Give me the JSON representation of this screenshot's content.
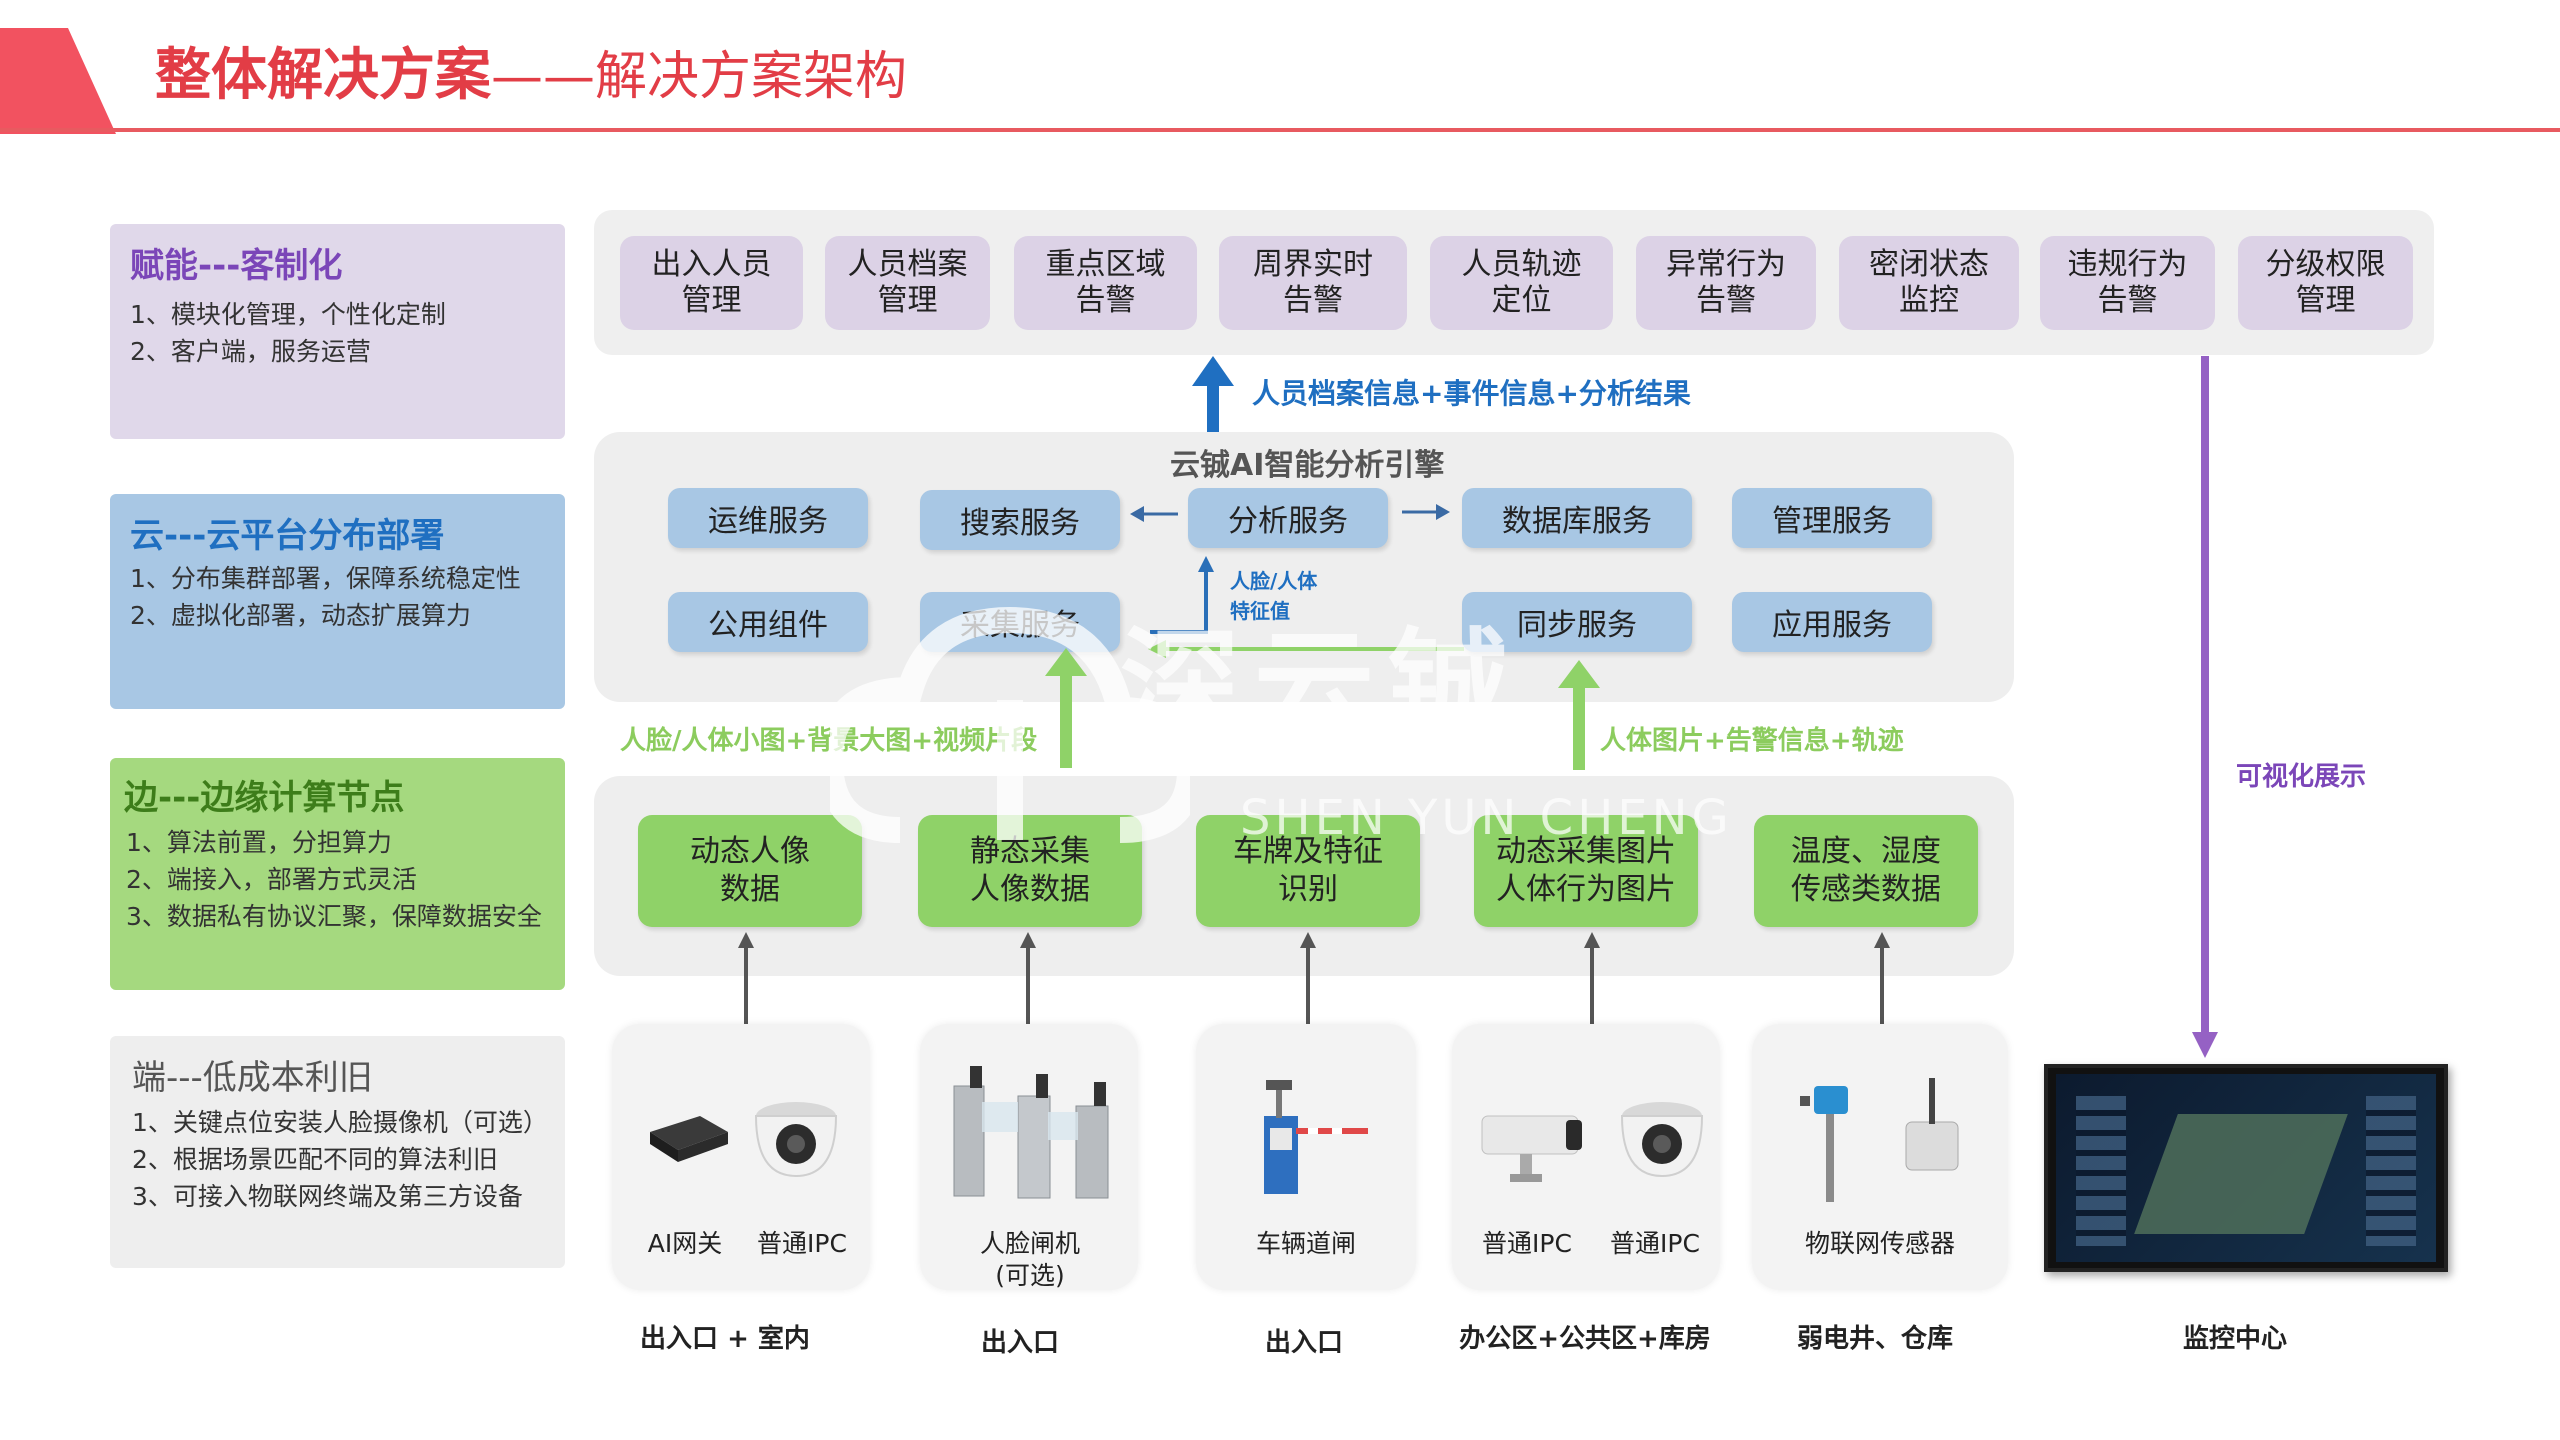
{
  "header": {
    "title_main": "整体解决方案",
    "title_sub": "——解决方案架构"
  },
  "left_panels": [
    {
      "heading": "赋能---客制化",
      "lines": [
        "1、模块化管理，个性化定制",
        "2、客户端，服务运营"
      ]
    },
    {
      "heading": "云---云平台分布部署",
      "lines": [
        "1、分布集群部署，保障系统稳定性",
        "2、虚拟化部署，动态扩展算力"
      ]
    },
    {
      "heading": "边---边缘计算节点",
      "lines": [
        "1、算法前置，分担算力",
        "2、端接入，部署方式灵活",
        "3、数据私有协议汇聚，保障数据安全"
      ]
    },
    {
      "heading": "端---低成本利旧",
      "lines": [
        "1、关键点位安装人脸摄像机（可选）",
        "2、根据场景匹配不同的算法利旧",
        "3、可接入物联网终端及第三方设备"
      ]
    }
  ],
  "top_modules": [
    [
      "出入人员",
      "管理"
    ],
    [
      "人员档案",
      "管理"
    ],
    [
      "重点区域",
      "告警"
    ],
    [
      "周界实时",
      "告警"
    ],
    [
      "人员轨迹",
      "定位"
    ],
    [
      "异常行为",
      "告警"
    ],
    [
      "密闭状态",
      "监控"
    ],
    [
      "违规行为",
      "告警"
    ],
    [
      "分级权限",
      "管理"
    ]
  ],
  "flow_up_label": "人员档案信息+事件信息+分析结果",
  "engine_title": "云铖AI智能分析引擎",
  "services": {
    "ops": "运维服务",
    "search": "搜索服务",
    "analysis": "分析服务",
    "database": "数据库服务",
    "management": "管理服务",
    "common": "公用组件",
    "collect": "采集服务",
    "sync": "同步服务",
    "app": "应用服务"
  },
  "feature_label": [
    "人脸/人体",
    "特征值"
  ],
  "edge_left_label": "人脸/人体小图+背景大图+视频片段",
  "edge_right_label": "人体图片+告警信息+轨迹",
  "visual_label": "可视化展示",
  "edge_modules": [
    [
      "动态人像",
      "数据"
    ],
    [
      "静态采集",
      "人像数据"
    ],
    [
      "车牌及特征",
      "识别"
    ],
    [
      "动态采集图片",
      "人体行为图片"
    ],
    [
      "温度、湿度",
      "传感类数据"
    ]
  ],
  "devices": {
    "g1": [
      "AI网关",
      "普通IPC"
    ],
    "g2": [
      "人脸闸机",
      "(可选)"
    ],
    "g3": [
      "车辆道闸"
    ],
    "g4": [
      "普通IPC",
      "普通IPC"
    ],
    "g5": [
      "物联网传感器"
    ]
  },
  "locations": [
    "出入口 + 室内",
    "出入口",
    "出入口",
    "办公区+公共区+库房",
    "弱电井、仓库",
    "监控中心"
  ],
  "watermark": {
    "cn": "深云铖",
    "en": "SHEN YUN CHENG"
  },
  "colors": {
    "accent": "#e23d46",
    "purple": "#7b46b8",
    "blue": "#1f6fc1",
    "green": "#89cf55",
    "service_blue": "#a8c7e4"
  }
}
